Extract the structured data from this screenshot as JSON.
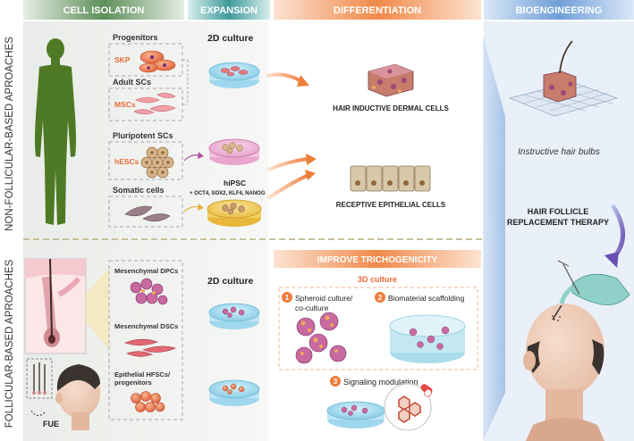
{
  "headers": {
    "cell_isolation": "CELL ISOLATION",
    "expansion": "EXPANSION",
    "differentiation": "DIFFERENTIATION",
    "bioengineering": "BIOENGINEERING"
  },
  "side_labels": {
    "non_follicular": "NON-FOLLICULAR-BASED APROACHES",
    "follicular": "FOLLICULAR-BASED APROACHES"
  },
  "non_follicular": {
    "progenitors": "Progenitors",
    "skp": "SKP",
    "adult_scs": "Adult SCs",
    "mscs": "MSCs",
    "pluripotent_scs": "Pluripotent SCs",
    "hescs": "hESCs",
    "somatic_cells": "Somatic cells",
    "culture_2d": "2D culture",
    "hipsc": "hiPSC",
    "factors": "+ OCT4, SOX2, KLF4, NANOG",
    "hair_inductive": "HAIR INDUCTIVE DERMAL CELLS",
    "receptive_epithelial": "RECEPTIVE EPITHELIAL CELLS"
  },
  "follicular": {
    "mesenchymal_dpcs": "Mesenchymal DPCs",
    "mesenchymal_dscs": "Mesenchymal DSCs",
    "epithelial_hfscs_1": "Epithelial HFSCs/",
    "epithelial_hfscs_2": "progenitors",
    "fue": "FUE",
    "culture_2d": "2D culture",
    "improve": "IMPROVE TRICHOGENICITY",
    "culture_3d": "3D culture",
    "num1": "1",
    "spheroid_1": "Spheroid culture/",
    "spheroid_2": "co-culture",
    "num2": "2",
    "biomaterial": "Biomaterial scaffolding",
    "num3": "3",
    "signaling": "Signaling modulation"
  },
  "bioengineering": {
    "instructive": "Instructive hair bulbs",
    "therapy_1": "HAIR FOLLICLE",
    "therapy_2": "REPLACEMENT THERAPY"
  },
  "colors": {
    "green_header": "#5e8f5a",
    "teal_header": "#3f9a9a",
    "orange_header": "#f08a4b",
    "blue_header": "#6f9fd8",
    "cell_orange": "#e8734a",
    "purple_cell": "#a0457a",
    "dish_blue": "#8fd3ec"
  }
}
